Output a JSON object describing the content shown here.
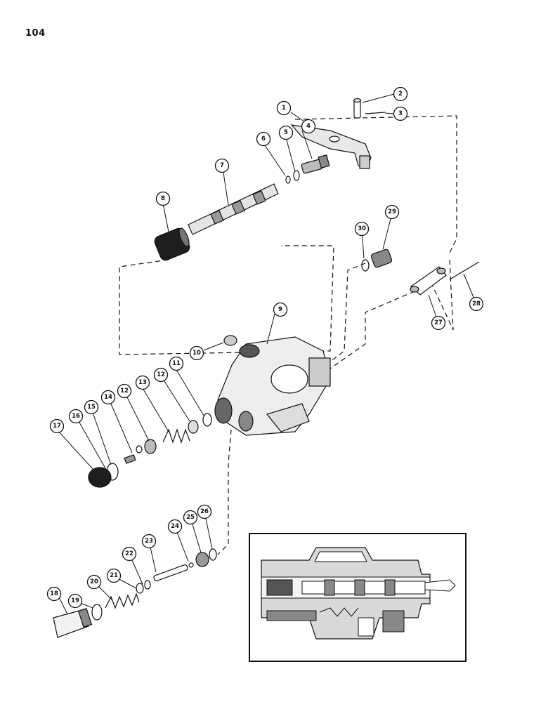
{
  "page_number": "104",
  "callouts": [
    "1",
    "2",
    "3",
    "4",
    "5",
    "6",
    "7",
    "8",
    "9",
    "10",
    "11",
    "12",
    "12",
    "13",
    "14",
    "15",
    "16",
    "17",
    "18",
    "19",
    "20",
    "21",
    "22",
    "23",
    "24",
    "25",
    "26",
    "27",
    "28",
    "29",
    "30"
  ]
}
